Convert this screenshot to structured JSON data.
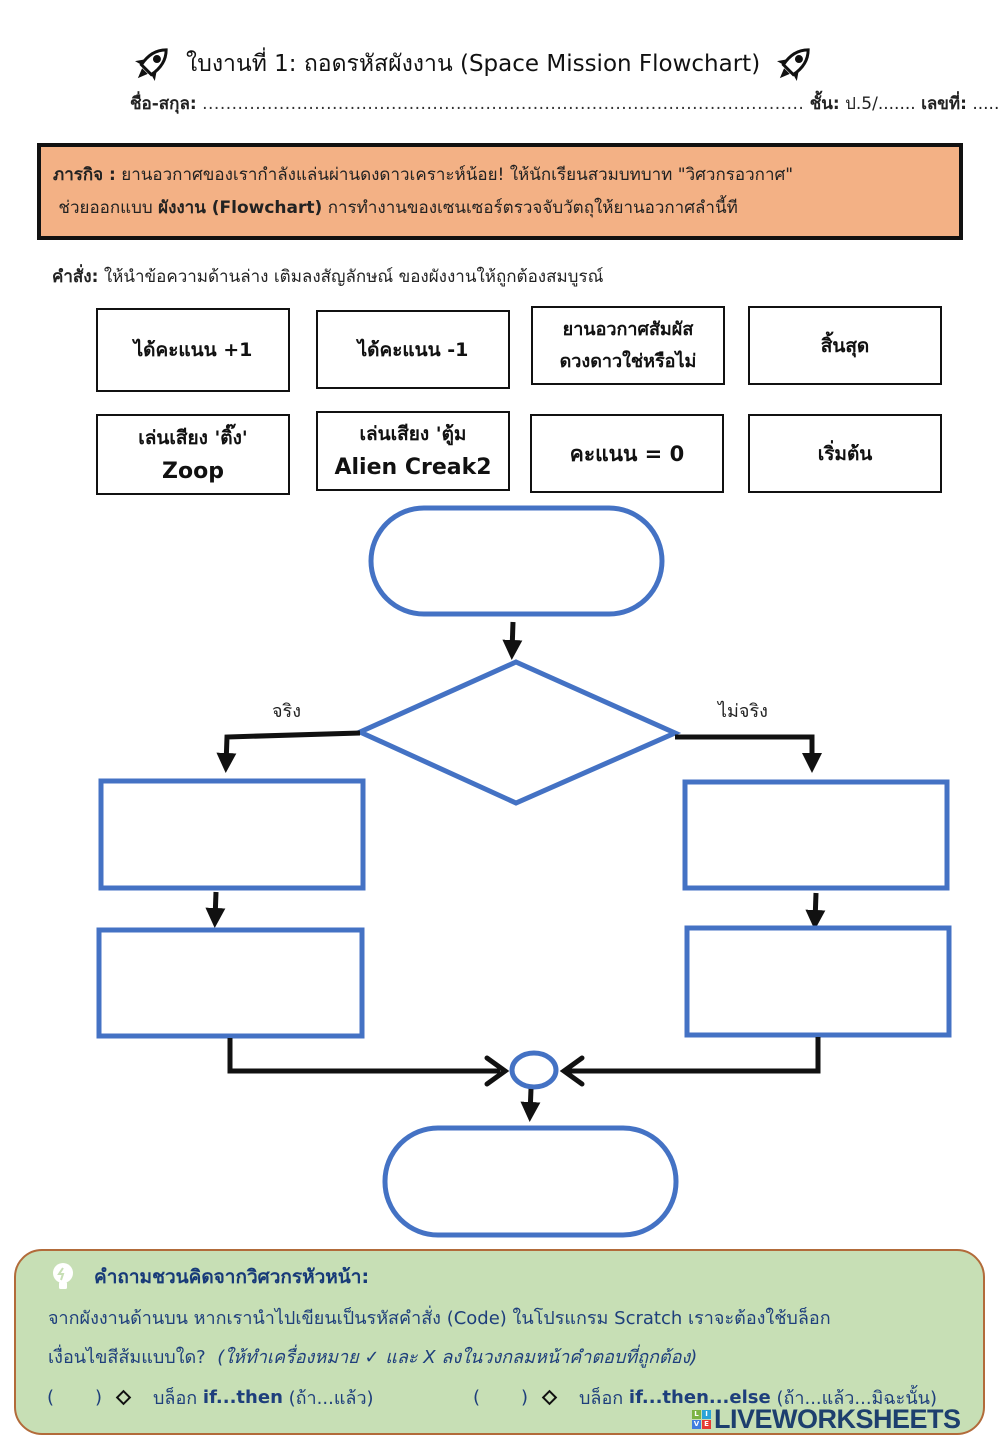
{
  "header": {
    "title": "ใบงานที่ 1: ถอดรหัสผังงาน (Space Mission Flowchart)",
    "left_icon": "rocket-icon",
    "right_icon": "rocket-icon",
    "name_label": "ชื่อ-สกุล:",
    "name_value": "......................................................................................................",
    "class_label": "ชั้น:",
    "class_value": "ป.5/.......",
    "number_label": "เลขที่:",
    "number_value": "........"
  },
  "mission": {
    "label": "ภารกิจ :",
    "text1": "ยานอวกาศของเรากำลังแล่นผ่านดงดาวเคราะห์น้อย! ให้นักเรียนสวมบทบาท \"วิศวกรอวกาศ\"",
    "text2_pre": "ช่วยออกแบบ",
    "text2_bold": "ผังงาน (Flowchart)",
    "text2_post": "การทำงานของเซนเซอร์ตรวจจับวัตถุให้ยานอวกาศลำนี้ที"
  },
  "instruction": {
    "label": "คำสั่ง:",
    "text": "ให้นำข้อความด้านล่าง เติมลงสัญลักษณ์ ของผังงานให้ถูกต้องสมบูรณ์"
  },
  "cards": [
    {
      "line1": "ได้คะแนน +1",
      "line2": ""
    },
    {
      "line1": "ได้คะแนน -1",
      "line2": ""
    },
    {
      "line1": "ยานอวกาศสัมผัส",
      "line2": "ดวงดาวใช่หรือไม่"
    },
    {
      "line1": "สิ้นสุด",
      "line2": ""
    },
    {
      "line1": "เล่นเสียง 'ติ๊ง'",
      "line2": "Zoop"
    },
    {
      "line1": "เล่นเสียง 'ตู้ม",
      "line2": "Alien Creak2"
    },
    {
      "line1": "คะแนน = 0",
      "line2": ""
    },
    {
      "line1": "เริ่มต้น",
      "line2": ""
    }
  ],
  "flowchart": {
    "true_label": "จริง",
    "false_label": "ไม่จริง",
    "shape_color": "#4472c4",
    "arrow_color": "#111111"
  },
  "think": {
    "icon": "lightbulb-icon",
    "heading": "คำถามชวนคิดจากวิศวกรหัวหน้า:",
    "line1": "จากผังงานด้านบน หากเรานำไปเขียนเป็นรหัสคำสั่ง (Code) ในโปรแกรม Scratch เราจะต้องใช้บล็อก",
    "line2_pre": "เงื่อนไขสีส้มแบบใด?",
    "line2_italic": "(ให้ทำเครื่องหมาย ✓ และ X ลงในวงกลมหน้าคำตอบที่ถูกต้อง)",
    "options": [
      {
        "open": "(",
        "close": ")",
        "prefix": "บล็อก",
        "bold": "if...then",
        "suffix": "(ถ้า...แล้ว)"
      },
      {
        "open": "(",
        "close": ")",
        "prefix": "บล็อก",
        "bold": "if...then...else",
        "suffix": "(ถ้า...แล้ว...มิฉะนั้น)"
      }
    ]
  },
  "brand": {
    "name": "LIVEWORKSHEETS",
    "tiles": [
      "L",
      "I",
      "V",
      "E"
    ],
    "tile_colors": [
      "#7cb342",
      "#29a3d9",
      "#3f7de0",
      "#e53935"
    ]
  }
}
